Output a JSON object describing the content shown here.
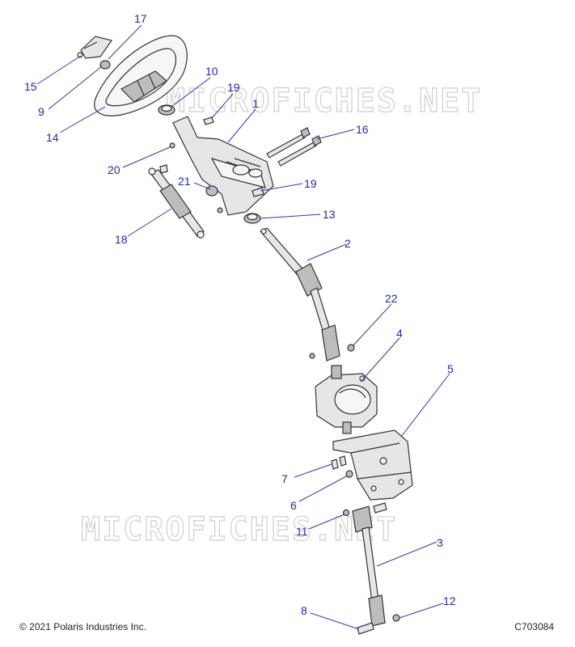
{
  "watermark": {
    "text": "MICROFICHES.NET"
  },
  "footer": {
    "copyright": "© 2021 Polaris Industries Inc.",
    "doc_id": "C703084"
  },
  "callouts": {
    "c1": "1",
    "c2": "2",
    "c3": "3",
    "c4": "4",
    "c5": "5",
    "c6": "6",
    "c7": "7",
    "c8": "8",
    "c9": "9",
    "c10": "10",
    "c11": "11",
    "c12": "12",
    "c13": "13",
    "c14": "14",
    "c15": "15",
    "c16": "16",
    "c17": "17",
    "c18": "18",
    "c19a": "19",
    "c19b": "19",
    "c20": "20",
    "c21": "21",
    "c22": "22"
  }
}
